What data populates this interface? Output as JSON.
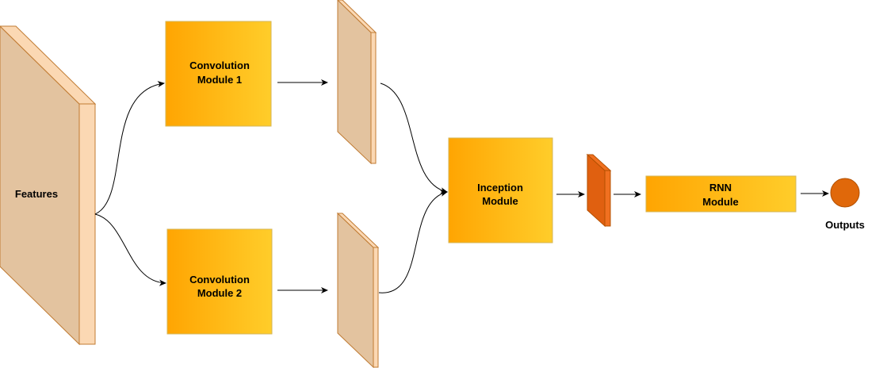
{
  "colors": {
    "slab_front": "#e3c39f",
    "slab_side": "#fbd8b3",
    "slab_stroke": "#c07b33",
    "box_left": "#ffa502",
    "box_right": "#ffcd2a",
    "box_stroke": "#d6b656",
    "small_front": "#e06010",
    "small_side": "#f07020",
    "output_fill": "#e0680a",
    "output_stroke": "#b35000",
    "arrow": "#000000"
  },
  "labels": {
    "features": "Features",
    "conv1_line1": "Convolution",
    "conv1_line2": "Module 1",
    "conv2_line1": "Convolution",
    "conv2_line2": "Module 2",
    "inception_line1": "Inception",
    "inception_line2": "Module",
    "rnn_line1": "RNN",
    "rnn_line2": "Module",
    "outputs": "Outputs"
  }
}
